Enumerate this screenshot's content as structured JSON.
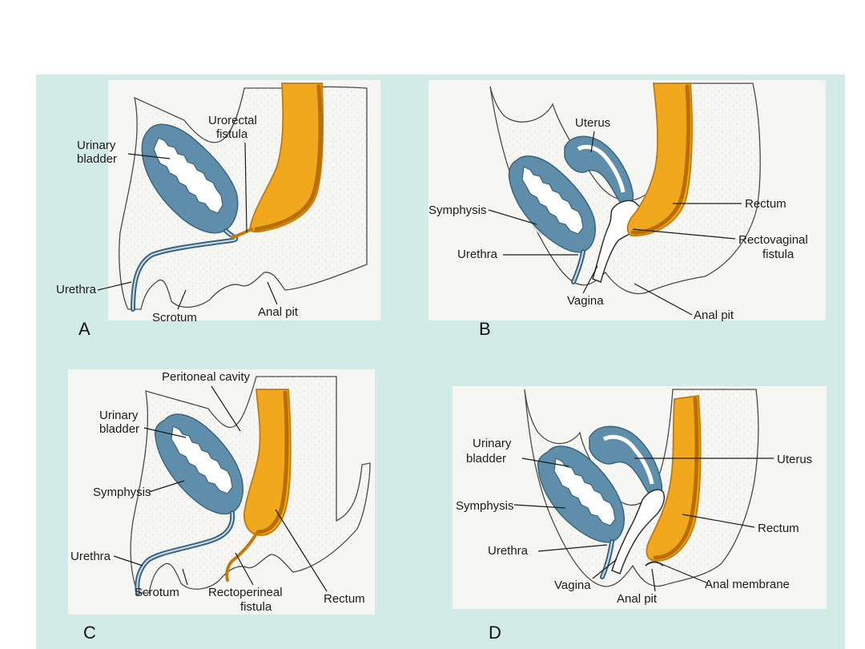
{
  "colors": {
    "backdrop": "#d3ebe6",
    "panel": "#f6f6f2",
    "bladder": "#5f8eaa",
    "rectum": "#f2a81c"
  },
  "panels": {
    "a": {
      "letter": "A",
      "labels": {
        "urinary_bladder_1": "Urinary",
        "urinary_bladder_2": "bladder",
        "urorectal_fistula_1": "Urorectal",
        "urorectal_fistula_2": "fistula",
        "urethra": "Urethra",
        "scrotum": "Scrotum",
        "anal_pit": "Anal pit"
      }
    },
    "b": {
      "letter": "B",
      "labels": {
        "uterus": "Uterus",
        "symphysis": "Symphysis",
        "rectum": "Rectum",
        "rectovaginal_fistula_1": "Rectovaginal",
        "rectovaginal_fistula_2": "fistula",
        "urethra": "Urethra",
        "vagina": "Vagina",
        "anal_pit": "Anal pit"
      }
    },
    "c": {
      "letter": "C",
      "labels": {
        "peritoneal_cavity": "Peritoneal cavity",
        "urinary_bladder_1": "Urinary",
        "urinary_bladder_2": "bladder",
        "symphysis": "Symphysis",
        "urethra": "Urethra",
        "scrotum": "Scrotum",
        "rectoperineal_fistula_1": "Rectoperineal",
        "rectoperineal_fistula_2": "fistula",
        "rectum": "Rectum"
      }
    },
    "d": {
      "letter": "D",
      "labels": {
        "urinary_bladder_1": "Urinary",
        "urinary_bladder_2": "bladder",
        "uterus": "Uterus",
        "symphysis": "Symphysis",
        "rectum": "Rectum",
        "urethra": "Urethra",
        "vagina": "Vagina",
        "anal_membrane": "Anal membrane",
        "anal_pit": "Anal pit"
      }
    }
  }
}
